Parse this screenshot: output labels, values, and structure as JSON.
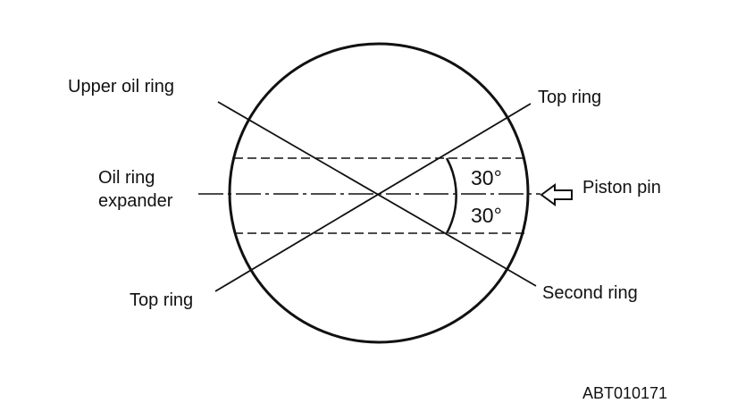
{
  "labels": {
    "upper_oil_ring": "Upper oil ring",
    "top_ring_upper": "Top ring",
    "oil_ring_expander_line1": "Oil ring",
    "oil_ring_expander_line2": "expander",
    "piston_pin": "Piston pin",
    "angle_upper": "30°",
    "angle_lower": "30°",
    "top_ring_lower": "Top ring",
    "second_ring": "Second ring",
    "figure_code": "ABT010171"
  },
  "colors": {
    "ink": "#111111",
    "background": "#ffffff"
  },
  "icons": {
    "piston_pin_direction": "arrow-left-outline-icon"
  }
}
